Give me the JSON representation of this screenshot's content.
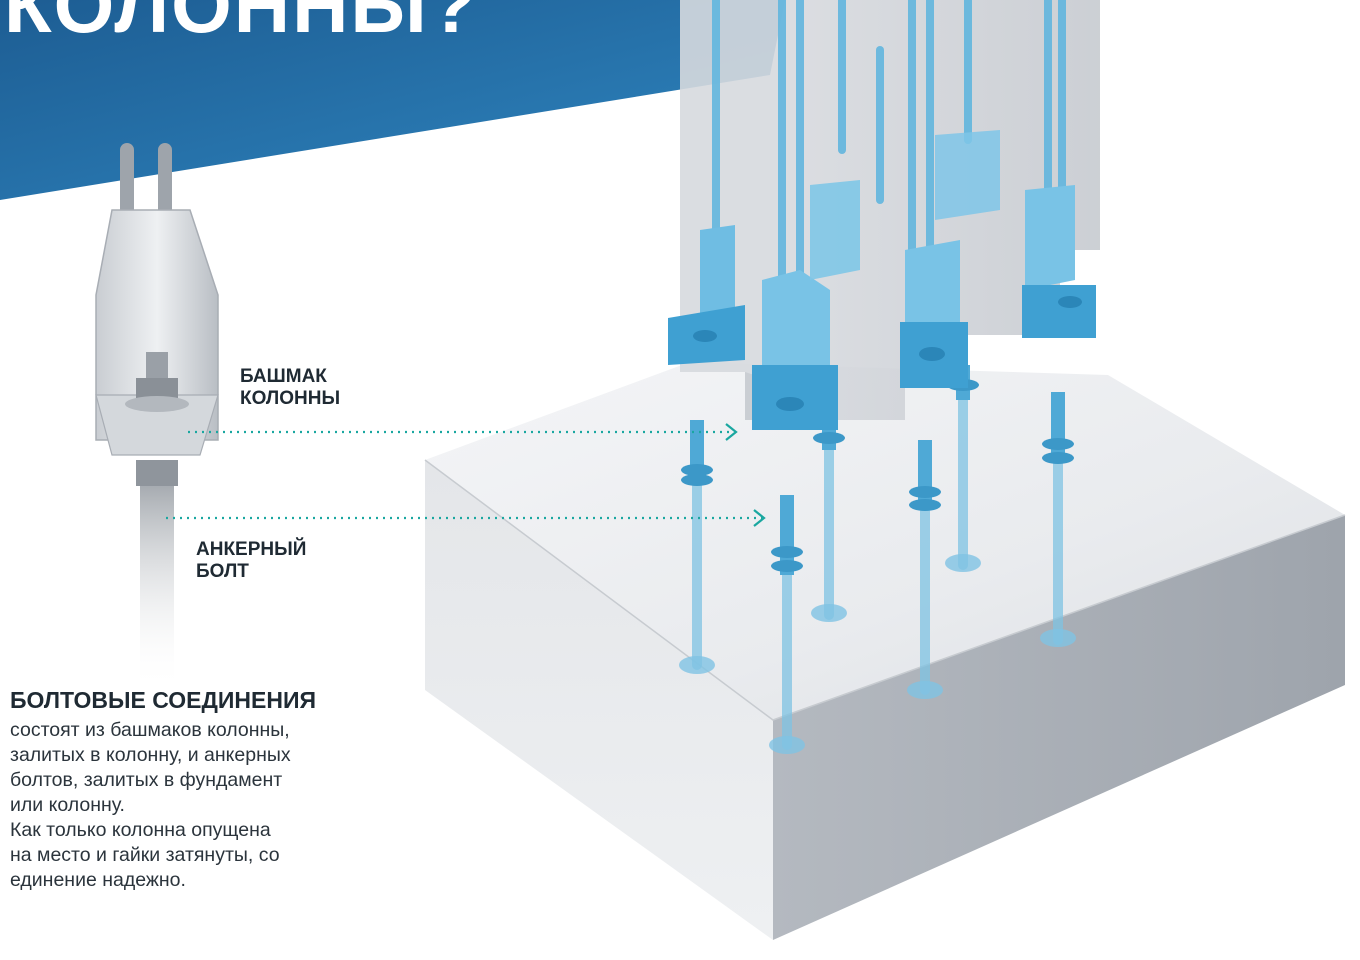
{
  "banner": {
    "title": "КОЛОННЫ?",
    "color_dark": "#1d5d93",
    "color_light": "#2f86c0"
  },
  "callouts": {
    "column_shoe": "БАШМАК\nКОЛОННЫ",
    "anchor_bolt": "АНКЕРНЫЙ\nБОЛТ"
  },
  "info": {
    "heading": "БОЛТОВЫЕ СОЕДИНЕНИЯ",
    "text": "состоят из башмаков колонны,\nзалитых в колонну, и анкерных\nболтов, залитых в фундамент\nили колонну.\nКак только колонна опущена\nна место и гайки затянуты, со\nединение надежно."
  },
  "colors": {
    "accent_line": "#1aa7a0",
    "steel_blue": "#5fb3dc",
    "concrete": "#d9dce0"
  }
}
